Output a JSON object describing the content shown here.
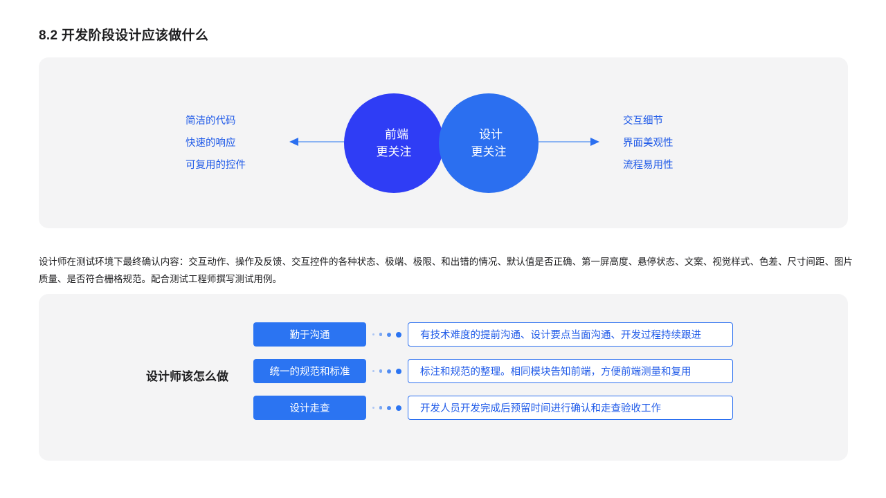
{
  "page": {
    "title": "8.2 开发阶段设计应该做什么",
    "background": "#ffffff",
    "panel_background": "#f4f4f5"
  },
  "colors": {
    "frontend_circle": "#2f3df5",
    "design_circle": "#2b6ff0",
    "label_blue": "#1f5ae8",
    "pill_blue": "#2b74f2",
    "box_border": "#2b6ff0",
    "arrow_line": "#8cb4f2",
    "arrow_head": "#2b6ff0"
  },
  "diagram": {
    "circles": [
      {
        "id": "frontend",
        "line_1": "前端",
        "line_2": "更关注",
        "color": "#2f3df5"
      },
      {
        "id": "design",
        "line_1": "设计",
        "line_2": "更关注",
        "color": "#2b6ff0"
      }
    ],
    "left_labels": [
      "简洁的代码",
      "快速的响应",
      "可复用的控件"
    ],
    "right_labels": [
      "交互细节",
      "界面美观性",
      "流程易用性"
    ],
    "arrow_left_direction": "left",
    "arrow_right_direction": "right"
  },
  "paragraph": "设计师在测试环境下最终确认内容：交互动作、操作及反馈、交互控件的各种状态、极端、极限、和出错的情况、默认值是否正确、第一屏高度、悬停状态、文案、视觉样式、色差、尺寸间距、图片质量、是否符合栅格规范。配合测试工程师撰写测试用例。",
  "howto": {
    "section_label": "设计师该怎么做",
    "rows": [
      {
        "pill": "勤于沟通",
        "description": "有技术难度的提前沟通、设计要点当面沟通、开发过程持续跟进"
      },
      {
        "pill": "统一的规范和标准",
        "description": "标注和规范的整理。相同模块告知前端，方便前端测量和复用"
      },
      {
        "pill": "设计走查",
        "description": "开发人员开发完成后预留时间进行确认和走查验收工作"
      }
    ]
  }
}
